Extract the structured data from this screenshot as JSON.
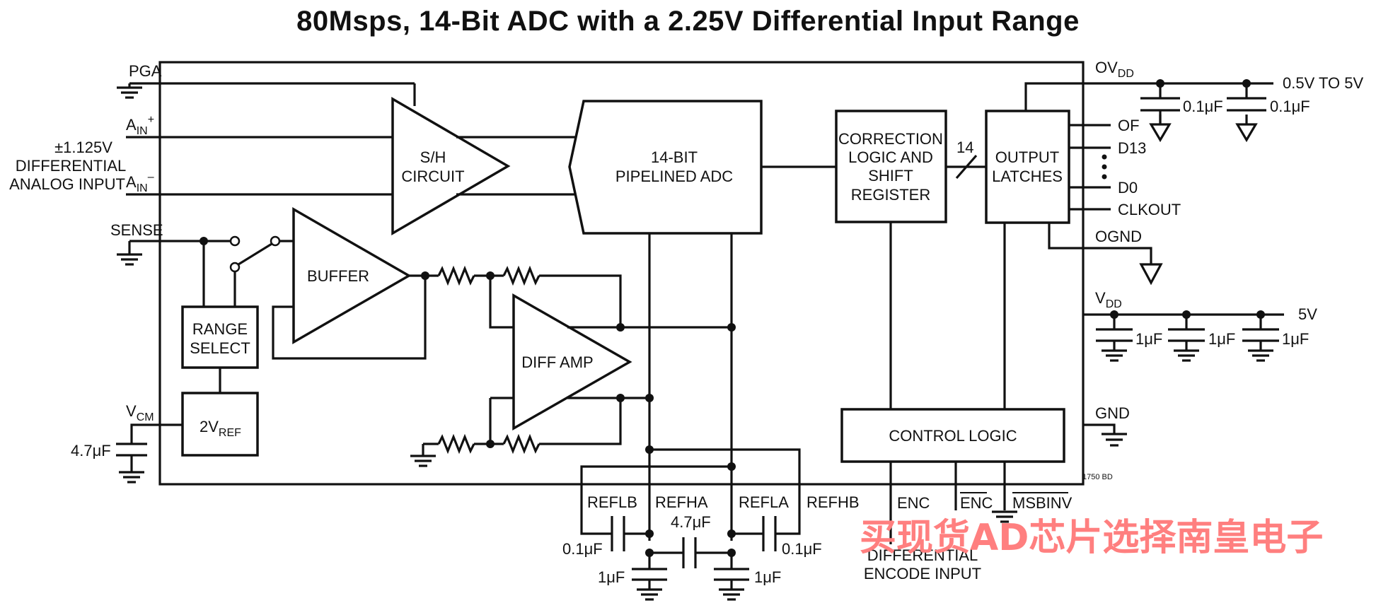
{
  "title": "80Msps, 14-Bit ADC with a 2.25V Differential Input Range",
  "blocks": {
    "sh": [
      "S/H",
      "CIRCUIT"
    ],
    "adc": [
      "14-BIT",
      "PIPELINED ADC"
    ],
    "correction": [
      "CORRECTION",
      "LOGIC AND",
      "SHIFT",
      "REGISTER"
    ],
    "latches": [
      "OUTPUT",
      "LATCHES"
    ],
    "buffer": "BUFFER",
    "range": [
      "RANGE",
      "SELECT"
    ],
    "ref": {
      "main": "2V",
      "sub": "REF"
    },
    "diffamp": "DIFF AMP",
    "control": "CONTROL LOGIC"
  },
  "pins": {
    "pga": "PGA",
    "ain_plus": {
      "main": "A",
      "sub": "IN",
      "sup": "+"
    },
    "ain_minus": {
      "main": "A",
      "sub": "IN",
      "sup": "–"
    },
    "sense": "SENSE",
    "vcm": {
      "main": "V",
      "sub": "CM"
    },
    "ovdd": {
      "main": "OV",
      "sub": "DD"
    },
    "of": "OF",
    "d13": "D13",
    "d0": "D0",
    "clkout": "CLKOUT",
    "ognd": "OGND",
    "vdd": {
      "main": "V",
      "sub": "DD"
    },
    "gnd": "GND",
    "reflb": "REFLB",
    "refha": "REFHA",
    "refla": "REFLA",
    "refhb": "REFHB",
    "enc": "ENC",
    "enc_bar": "ENC",
    "msbinv": "MSBINV"
  },
  "labels": {
    "input_range": [
      "±1.125V",
      "DIFFERENTIAL",
      "ANALOG INPUT"
    ],
    "encode_input": [
      "DIFFERENTIAL",
      "ENCODE INPUT"
    ],
    "bus_width": "14",
    "ovdd_range": "0.5V TO 5V",
    "vdd_value": "5V",
    "part_code": "1750 BD"
  },
  "capacitors": {
    "ovdd_1": "0.1μF",
    "ovdd_2": "0.1μF",
    "vdd_1": "1μF",
    "vdd_2": "1μF",
    "vdd_3": "1μF",
    "vcm": "4.7μF",
    "ref_mid": "4.7μF",
    "ref_left_small": "0.1μF",
    "ref_right_small": "0.1μF",
    "ref_left_big": "1μF",
    "ref_right_big": "1μF"
  },
  "watermark": "买现货AD芯片选择南皇电子"
}
